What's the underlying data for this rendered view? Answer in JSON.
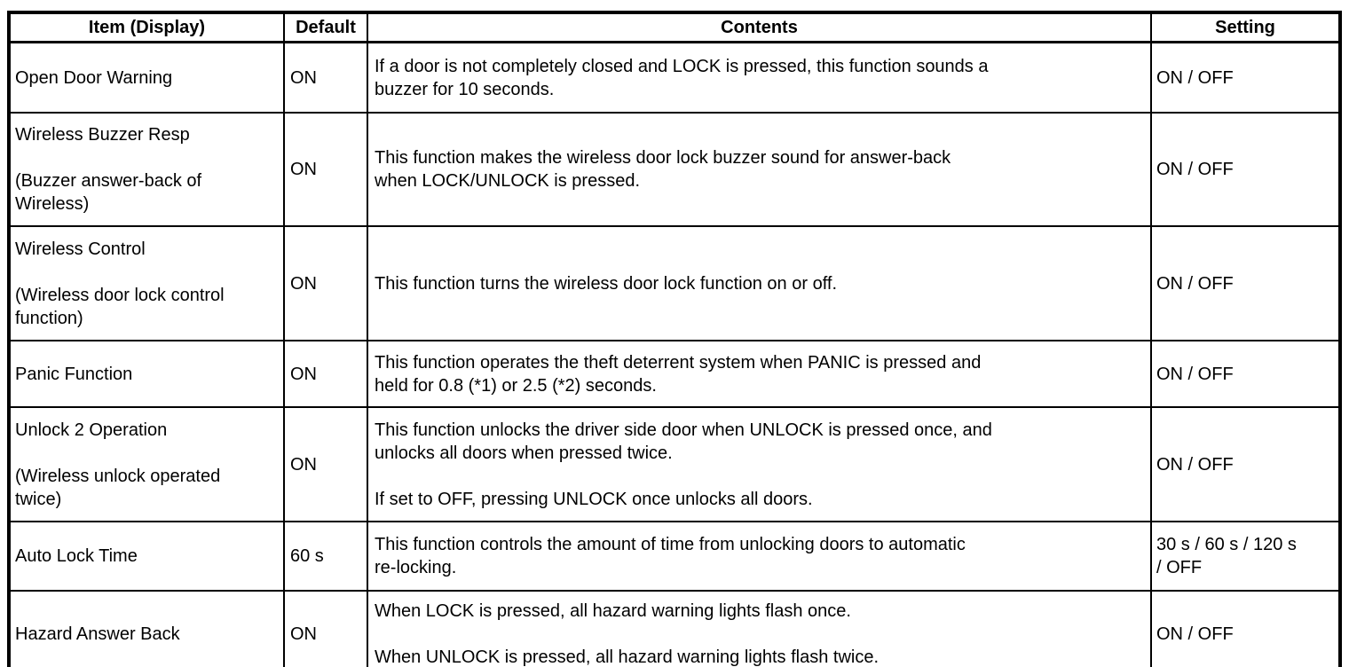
{
  "table": {
    "columns": {
      "item": "Item (Display)",
      "default": "Default",
      "contents": "Contents",
      "setting": "Setting"
    },
    "rows": [
      {
        "item": "Open Door Warning",
        "item_note": "",
        "default": "ON",
        "contents": [
          "If a door is not completely closed and LOCK is pressed, this function sounds a\nbuzzer for 10 seconds."
        ],
        "setting": "ON / OFF"
      },
      {
        "item": "Wireless Buzzer Resp",
        "item_note": "(Buzzer answer-back of\nWireless)",
        "default": "ON",
        "contents": [
          "This function makes the wireless door lock buzzer sound for answer-back\nwhen LOCK/UNLOCK is pressed."
        ],
        "setting": "ON / OFF"
      },
      {
        "item": "Wireless Control",
        "item_note": "(Wireless door lock control\nfunction)",
        "default": "ON",
        "contents": [
          "This function turns the wireless door lock function on or off."
        ],
        "setting": "ON / OFF"
      },
      {
        "item": "Panic Function",
        "item_note": "",
        "default": "ON",
        "contents": [
          "This function operates the theft deterrent system when PANIC is pressed and\nheld for 0.8 (*1) or 2.5 (*2) seconds."
        ],
        "setting": "ON / OFF"
      },
      {
        "item": "Unlock 2 Operation",
        "item_note": "(Wireless unlock operated\ntwice)",
        "default": "ON",
        "contents": [
          "This function unlocks the driver side door when UNLOCK is pressed once, and\nunlocks all doors when pressed twice.",
          "If set to OFF, pressing UNLOCK once unlocks all doors."
        ],
        "setting": "ON / OFF"
      },
      {
        "item": "Auto Lock Time",
        "item_note": "",
        "default": "60 s",
        "contents": [
          "This function controls the amount of time from unlocking doors to automatic\nre-locking."
        ],
        "setting": "30 s / 60 s / 120 s\n/ OFF"
      },
      {
        "item": "Hazard Answer Back",
        "item_note": "",
        "default": "ON",
        "contents": [
          "When LOCK is pressed, all hazard warning lights flash once.",
          "When UNLOCK is pressed, all hazard warning lights flash twice."
        ],
        "setting": "ON / OFF"
      }
    ]
  }
}
